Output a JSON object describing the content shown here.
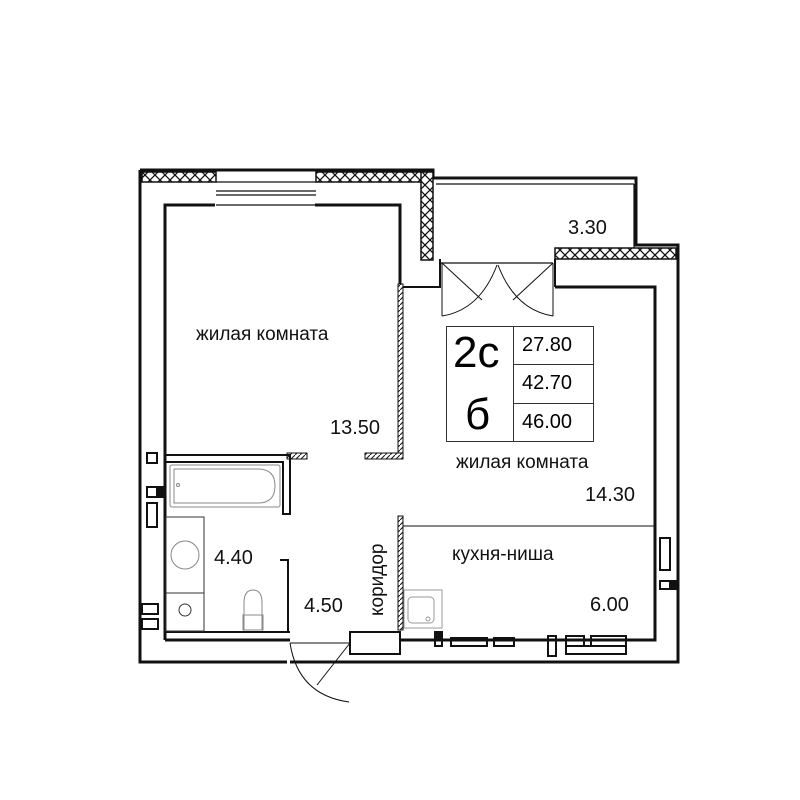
{
  "plan": {
    "type_code": "2с",
    "sub_code": "б",
    "areas_summary": [
      "27.80",
      "42.70",
      "46.00"
    ],
    "rooms": [
      {
        "name": "жилая комната",
        "area": "13.50"
      },
      {
        "name": "жилая комната",
        "area": "14.30"
      },
      {
        "name": "кухня-ниша",
        "area": "6.00"
      },
      {
        "name": "",
        "area": "4.40"
      },
      {
        "name": "коридор",
        "area": "4.50"
      },
      {
        "name": "",
        "area": "3.30"
      }
    ]
  },
  "colors": {
    "wall": "#111111",
    "fixture": "#888888",
    "background": "#ffffff"
  }
}
